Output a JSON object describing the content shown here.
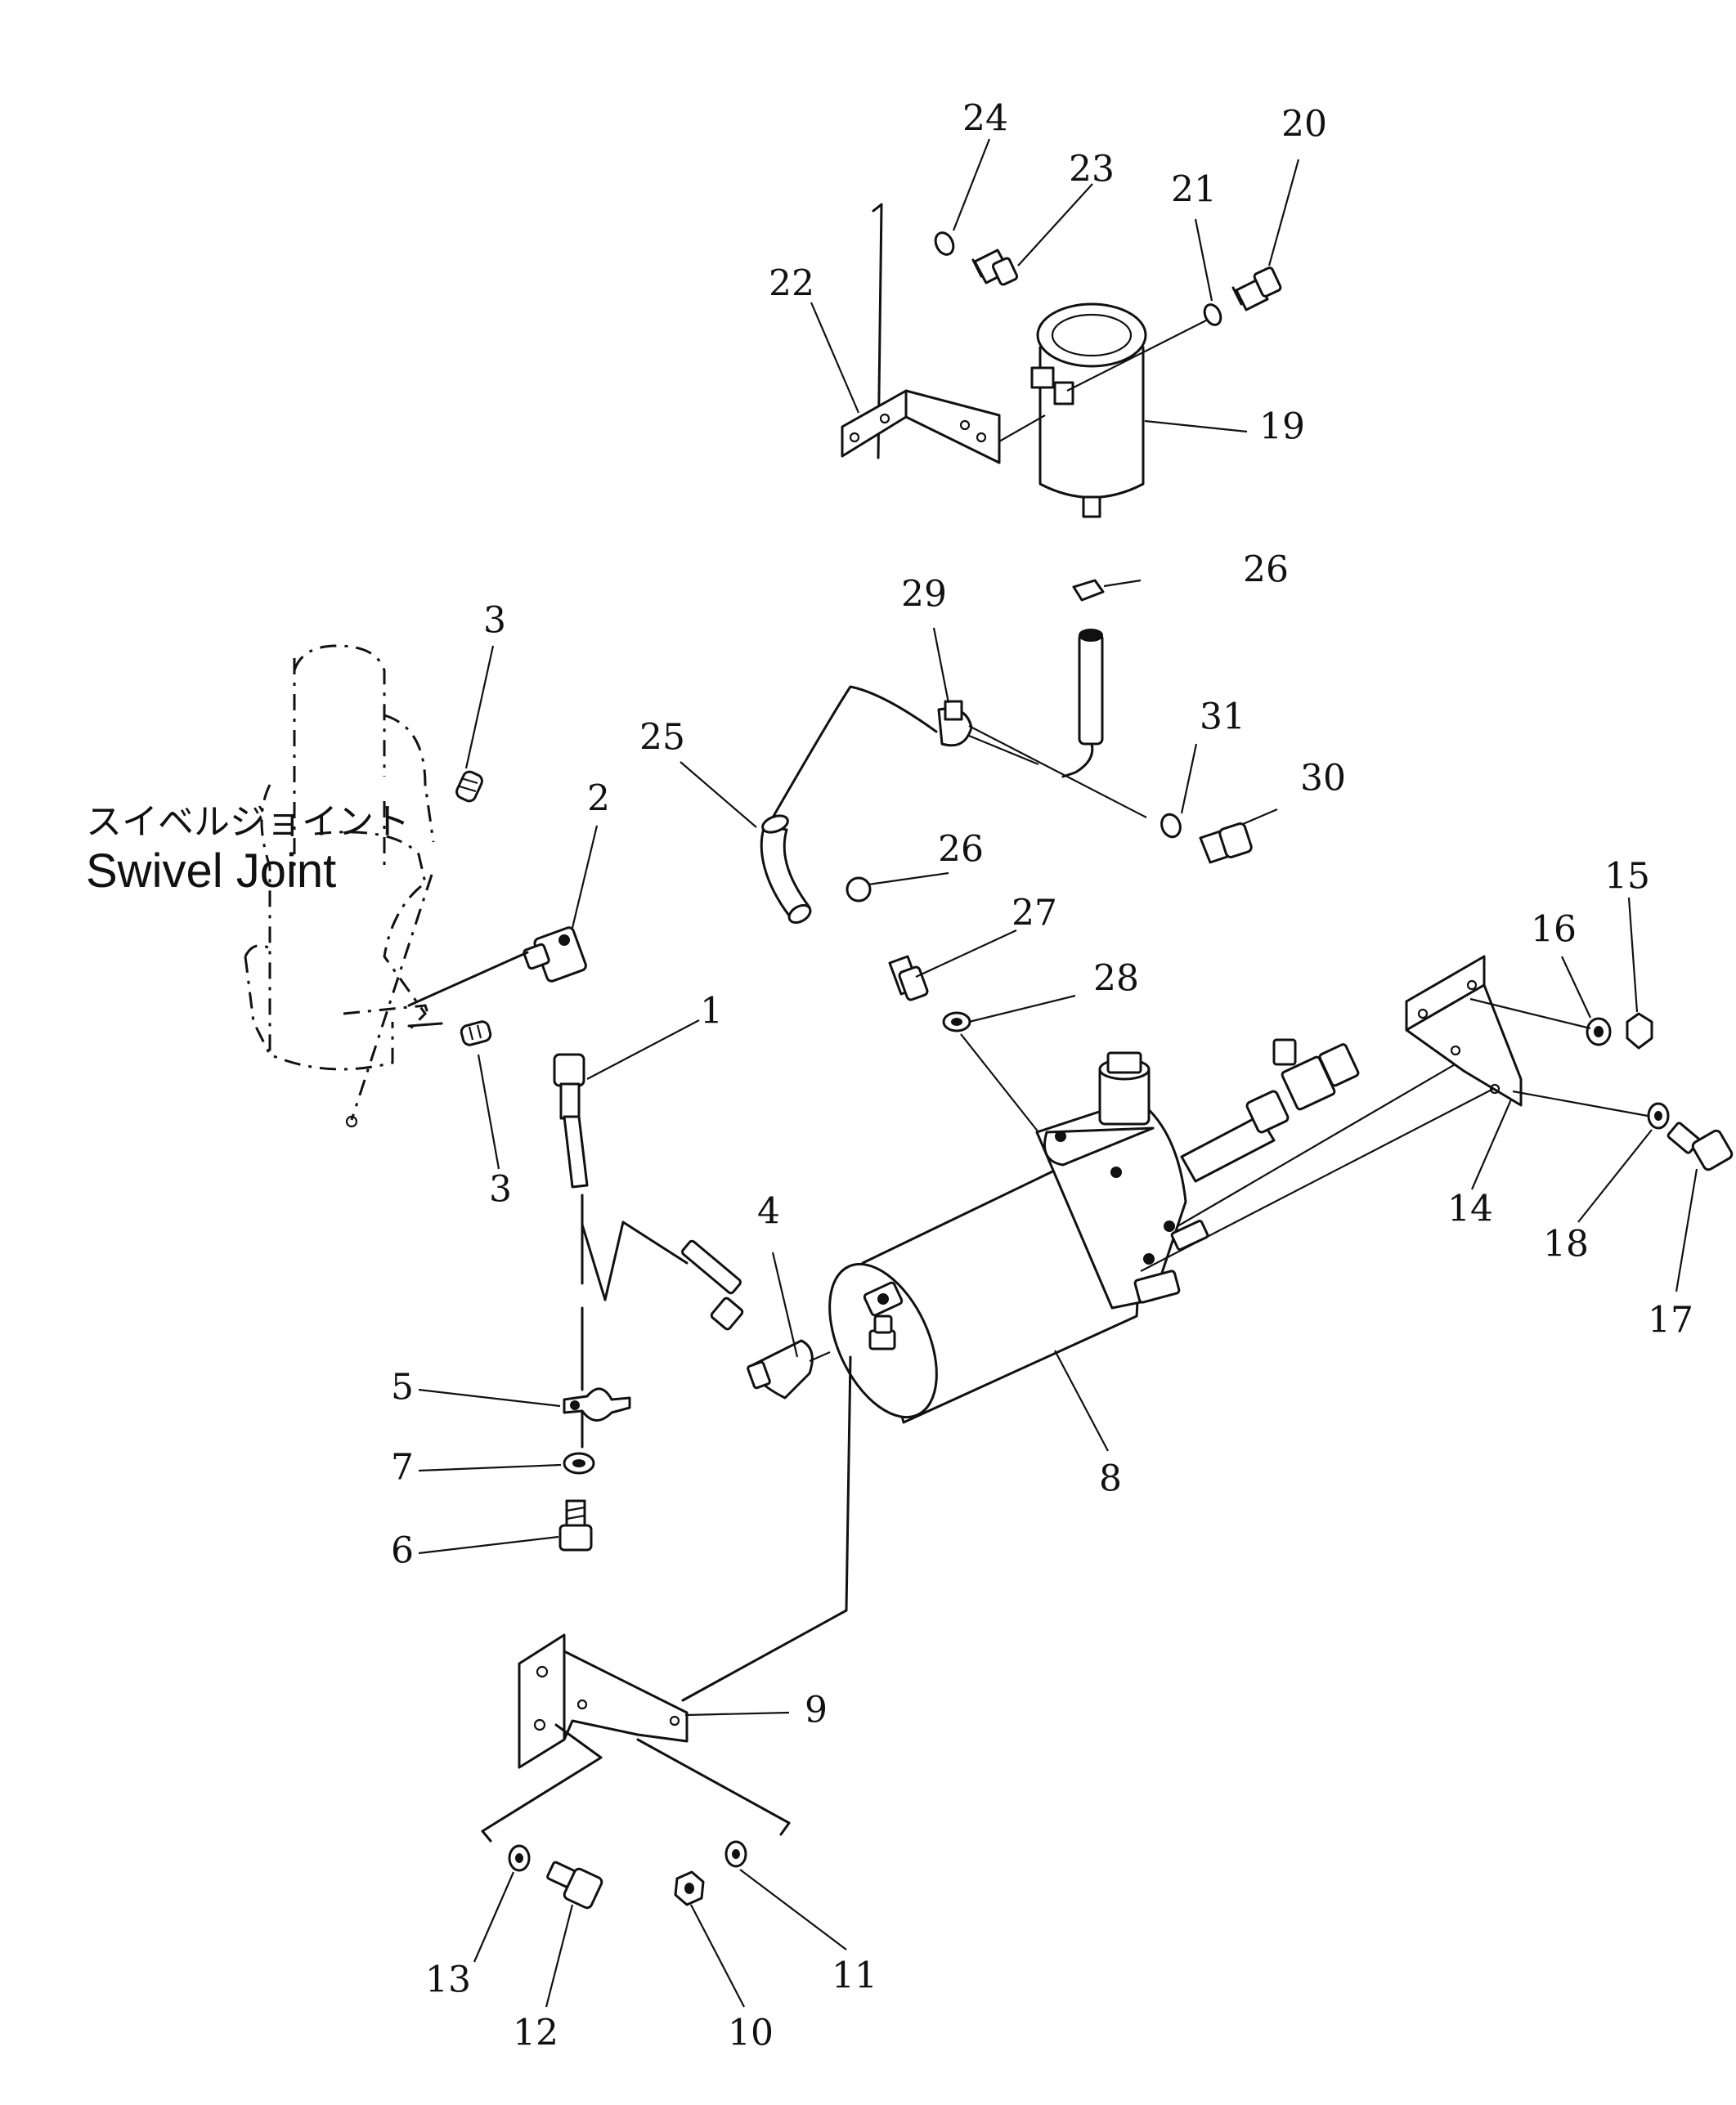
{
  "callouts": [
    {
      "id": "c1",
      "text": "1"
    },
    {
      "id": "c2",
      "text": "2"
    },
    {
      "id": "c3a",
      "text": "3"
    },
    {
      "id": "c3b",
      "text": "3"
    },
    {
      "id": "c4",
      "text": "4"
    },
    {
      "id": "c5",
      "text": "5"
    },
    {
      "id": "c6",
      "text": "6"
    },
    {
      "id": "c7",
      "text": "7"
    },
    {
      "id": "c8",
      "text": "8"
    },
    {
      "id": "c9",
      "text": "9"
    },
    {
      "id": "c10",
      "text": "10"
    },
    {
      "id": "c11",
      "text": "11"
    },
    {
      "id": "c12",
      "text": "12"
    },
    {
      "id": "c13",
      "text": "13"
    },
    {
      "id": "c14",
      "text": "14"
    },
    {
      "id": "c15",
      "text": "15"
    },
    {
      "id": "c16",
      "text": "16"
    },
    {
      "id": "c17",
      "text": "17"
    },
    {
      "id": "c18",
      "text": "18"
    },
    {
      "id": "c19",
      "text": "19"
    },
    {
      "id": "c20",
      "text": "20"
    },
    {
      "id": "c21",
      "text": "21"
    },
    {
      "id": "c22",
      "text": "22"
    },
    {
      "id": "c23",
      "text": "23"
    },
    {
      "id": "c24",
      "text": "24"
    },
    {
      "id": "c25",
      "text": "25"
    },
    {
      "id": "c26a",
      "text": "26"
    },
    {
      "id": "c26b",
      "text": "26"
    },
    {
      "id": "c27",
      "text": "27"
    },
    {
      "id": "c28",
      "text": "28"
    },
    {
      "id": "c29",
      "text": "29"
    },
    {
      "id": "c30",
      "text": "30"
    },
    {
      "id": "c31",
      "text": "31"
    }
  ],
  "labels": {
    "swivel_joint_jp": "スイベルジョイント",
    "swivel_joint_en": "Swivel  Joint"
  }
}
